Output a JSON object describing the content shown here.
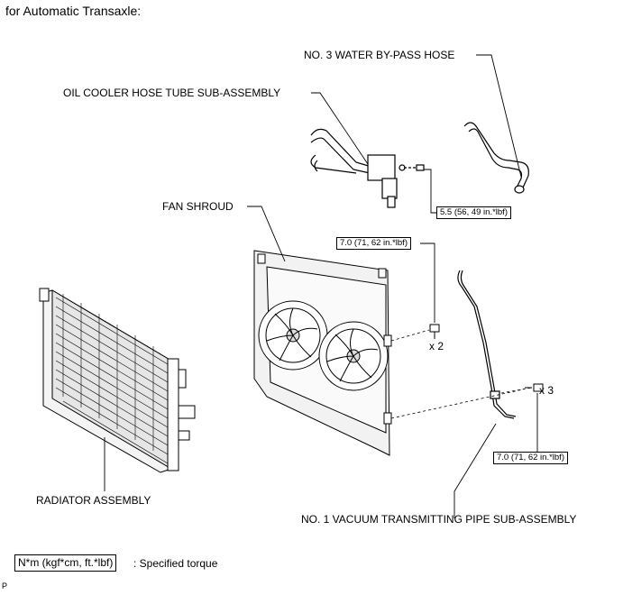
{
  "heading": "for Automatic Transaxle:",
  "labels": {
    "water_bypass_hose": "NO. 3 WATER BY-PASS HOSE",
    "oil_cooler_tube": "OIL COOLER HOSE TUBE SUB-ASSEMBLY",
    "fan_shroud": "FAN SHROUD",
    "radiator": "RADIATOR ASSEMBLY",
    "vacuum_pipe": "NO. 1 VACUUM TRANSMITTING PIPE SUB-ASSEMBLY"
  },
  "torque_specs": {
    "oil_cooler_bolt": "5.5 (56, 49 in.*lbf)",
    "shroud_bolt": "7.0 (71, 62 in.*lbf)",
    "pipe_bolt": "7.0 (71, 62 in.*lbf)"
  },
  "quantities": {
    "shroud_bolts": "x 2",
    "pipe_bolts": "x 3"
  },
  "legend": {
    "unit_box": "N*m (kgf*cm, ft.*lbf)",
    "description": ": Specified torque"
  },
  "footer_mark": "P"
}
